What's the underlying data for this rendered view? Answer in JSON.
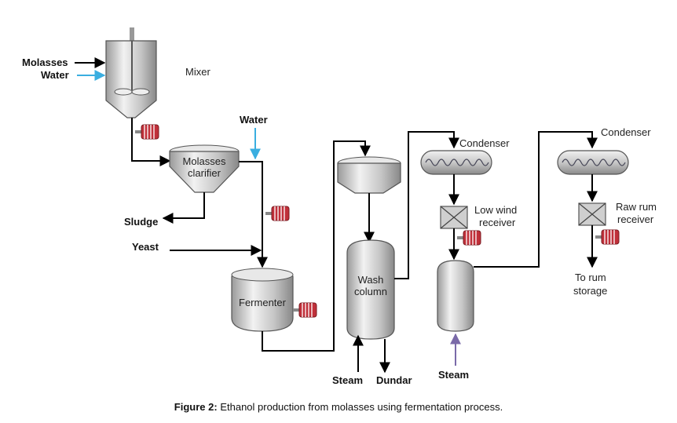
{
  "labels": {
    "molasses_in": "Molasses",
    "water_in": "Water",
    "mixer": "Mixer",
    "water_top": "Water",
    "clarifier_line1": "Molasses",
    "clarifier_line2": "clarifier",
    "sludge": "Sludge",
    "yeast": "Yeast",
    "fermenter": "Fermenter",
    "wash_line1": "Wash",
    "wash_line2": "column",
    "steam_left": "Steam",
    "dundar": "Dundar",
    "condenser1": "Condenser",
    "low_wind_line1": "Low wind",
    "low_wind_line2": "receiver",
    "steam_right": "Steam",
    "condenser2": "Condenser",
    "raw_rum_line1": "Raw rum",
    "raw_rum_line2": "receiver",
    "rum_storage_line1": "To rum",
    "rum_storage_line2": "storage"
  },
  "caption": {
    "prefix": "Figure 2:",
    "text": "Ethanol production from molasses using fermentation process."
  },
  "colors": {
    "water_arrow": "#3aaee0",
    "steam_arrow": "#7a6aa8",
    "pump_red": "#c0303a",
    "vessel_gray": "#c8c8c8"
  }
}
